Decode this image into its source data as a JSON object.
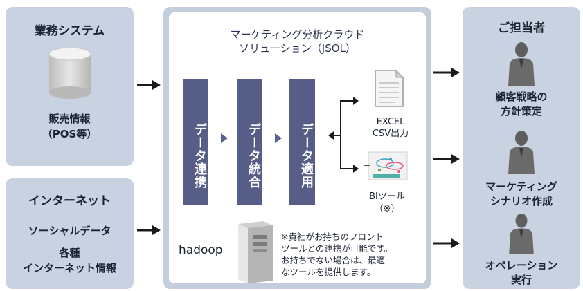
{
  "left_top": {
    "title": "業務システム",
    "line1": "販売情報",
    "line2": "（POS等）"
  },
  "left_bottom": {
    "title": "インターネット",
    "line1": "ソーシャルデータ",
    "line2": "各種",
    "line3": "インターネット情報"
  },
  "center": {
    "title_line1": "マーケティング分析クラウド",
    "title_line2": "ソリューション（JSOL）",
    "steps": [
      "データ連携",
      "データ統合",
      "データ適用"
    ],
    "excel_line1": "EXCEL",
    "excel_line2": "CSV出力",
    "bi_line1": "BIツール",
    "bi_line2": "（※）",
    "hadoop": "hadoop",
    "note_lines": [
      "※貴社がお持ちのフロント",
      "ツールとの連携が可能です。",
      "お持ちでない場合は、最適",
      "なツールを提供します。"
    ]
  },
  "right": {
    "title": "ご担当者",
    "p1_line1": "顧客戦略の",
    "p1_line2": "方針策定",
    "p2_line1": "マーケティング",
    "p2_line2": "シナリオ作成",
    "p3_line1": "オペレーション",
    "p3_line2": "実行"
  },
  "colors": {
    "panel": "#c9d2e1",
    "step": "#565d86",
    "arrow": "#1a1a1a"
  }
}
